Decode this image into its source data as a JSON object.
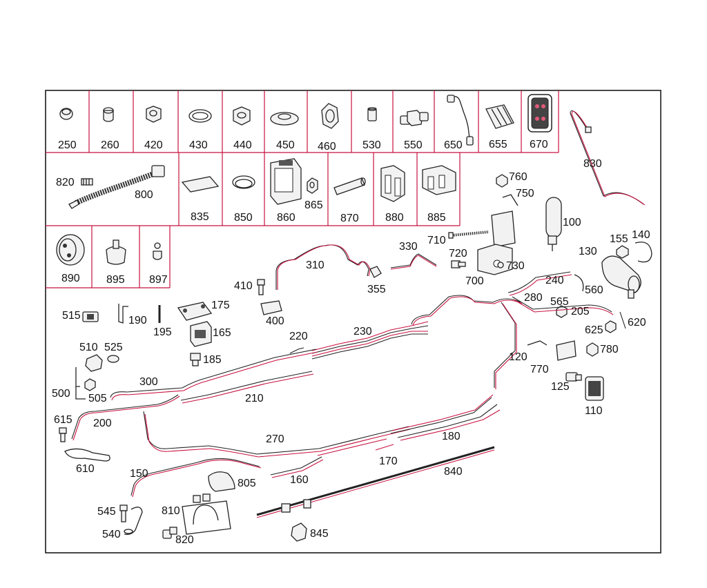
{
  "frame": {
    "border_color": "#1a1a1a",
    "grid_color": "#c8103e",
    "pipe_color": "#c8103e"
  },
  "labels": {
    "l250": "250",
    "l260": "260",
    "l420": "420",
    "l430": "430",
    "l440": "440",
    "l450": "450",
    "l460": "460",
    "l530": "530",
    "l550": "550",
    "l650": "650",
    "l655": "655",
    "l670": "670",
    "l820a": "820",
    "l800": "800",
    "l835": "835",
    "l850": "850",
    "l860": "860",
    "l865": "865",
    "l870": "870",
    "l880": "880",
    "l885": "885",
    "l890": "890",
    "l895": "895",
    "l897": "897",
    "l830": "830",
    "l760": "760",
    "l750": "750",
    "l100": "100",
    "l710": "710",
    "l720": "720",
    "l730": "730",
    "l700": "700",
    "l155": "155",
    "l140": "140",
    "l130": "130",
    "l240": "240",
    "l560": "560",
    "l280": "280",
    "l565": "565",
    "l205": "205",
    "l625": "625",
    "l620": "620",
    "l330": "330",
    "l310": "310",
    "l355": "355",
    "l410": "410",
    "l400": "400",
    "l515": "515",
    "l190": "190",
    "l175": "175",
    "l195": "195",
    "l165": "165",
    "l185": "185",
    "l220": "220",
    "l230": "230",
    "l510": "510",
    "l525": "525",
    "l300": "300",
    "l500": "500",
    "l505": "505",
    "l210": "210",
    "l615": "615",
    "l200": "200",
    "l610": "610",
    "l270": "270",
    "l180": "180",
    "l120": "120",
    "l780": "780",
    "l770": "770",
    "l125": "125",
    "l110": "110",
    "l170": "170",
    "l150": "150",
    "l805": "805",
    "l160": "160",
    "l840": "840",
    "l545": "545",
    "l810": "810",
    "l540": "540",
    "l820b": "820",
    "l845": "845"
  }
}
